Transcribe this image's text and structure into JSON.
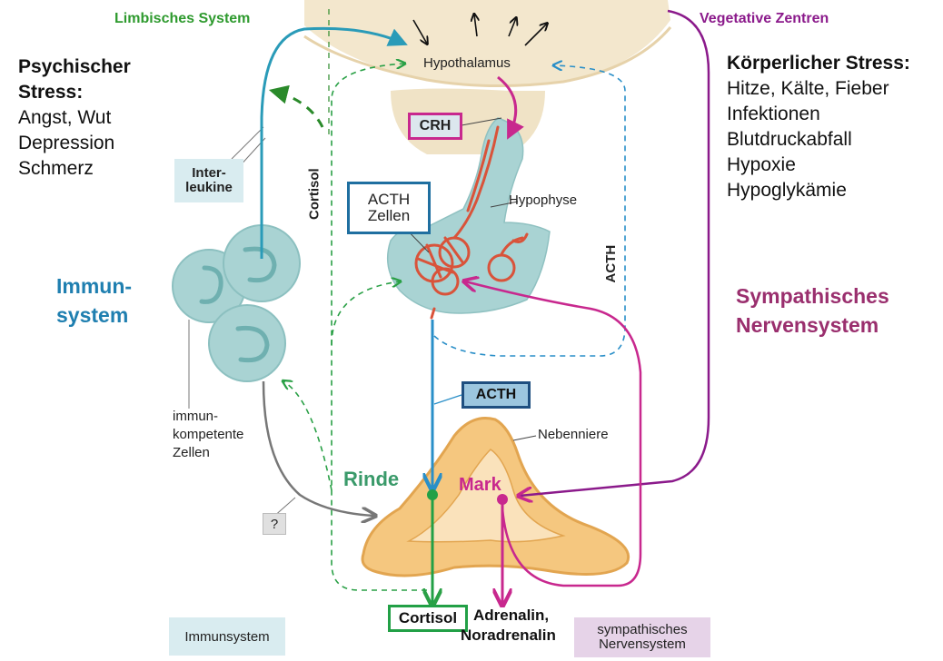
{
  "header": {
    "limbic": "Limbisches System",
    "vegetative": "Vegetative Zentren"
  },
  "psychic": {
    "title_line1": "Psychischer",
    "title_line2": "Stress:",
    "items": [
      "Angst, Wut",
      "Depression",
      "Schmerz"
    ]
  },
  "physical": {
    "title": "Körperlicher Stress:",
    "items": [
      "Hitze, Kälte, Fieber",
      "Infektionen",
      "Blutdruckabfall",
      "Hypoxie",
      "Hypoglykämie"
    ]
  },
  "labels": {
    "hypothalamus": "Hypothalamus",
    "crh": "CRH",
    "hypophyse": "Hypophyse",
    "acth_cells_line1": "ACTH",
    "acth_cells_line2": "Zellen",
    "acth_vertical": "ACTH",
    "acth_box": "ACTH",
    "cortisol_vertical": "Cortisol",
    "interleukine_line1": "Inter-",
    "interleukine_line2": "leukine",
    "immun_line1": "Immun-",
    "immun_line2": "system",
    "immune_cells_line1": "immun-",
    "immune_cells_line2": "kompetente",
    "immune_cells_line3": "Zellen",
    "question": "?",
    "nebenniere": "Nebenniere",
    "rinde": "Rinde",
    "mark": "Mark",
    "sympathetic_line1": "Sympathisches",
    "sympathetic_line2": "Nervensystem",
    "cortisol_box": "Cortisol",
    "adrenalin_line1": "Adrenalin,",
    "adrenalin_line2": "Noradrenalin",
    "footer_immune": "Immunsystem",
    "footer_symp_line1": "sympathisches",
    "footer_symp_line2": "Nervensystem"
  },
  "colors": {
    "limbic_green": "#2e9a2e",
    "vegetative_purple": "#8b1a8b",
    "immune_blue": "#1f7fb0",
    "sympathetic_magenta": "#9a2f6e",
    "crh_magenta": "#c8288e",
    "cortisol_green": "#22a046",
    "acth_blue": "#2a8fc8",
    "gland_teal": "#a9d3d3",
    "adrenal_orange": "#f5c77f",
    "vessel_red": "#d9533a",
    "label_box_bg": "#d9ecf0",
    "symp_box_bg": "#e6d3e8"
  }
}
